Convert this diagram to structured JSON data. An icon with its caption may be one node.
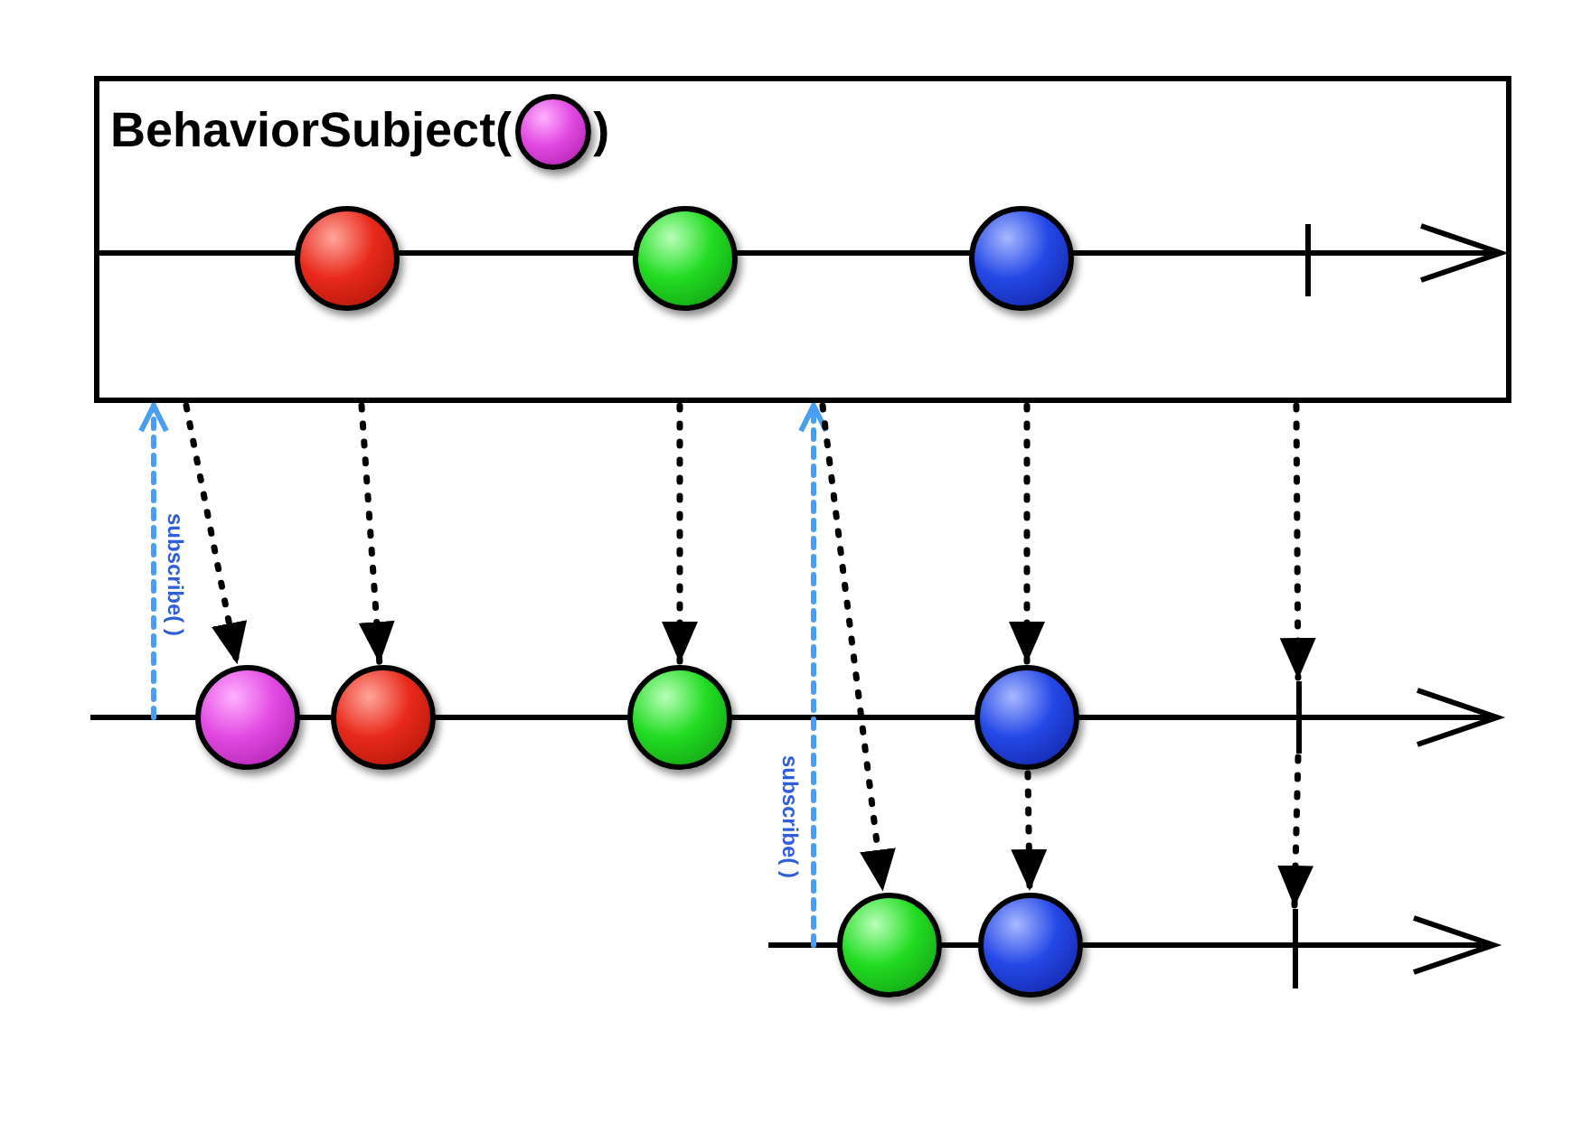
{
  "diagram": {
    "nodes": [
      {
        "text": [
          "BehaviorSubject(",
          ")"
        ]
      },
      {
        "text": [],
        "shape": "circle",
        "in": 0
      },
      {
        "text": [],
        "shape": "circle",
        "in": 0
      },
      {
        "text": [],
        "shape": "circle",
        "in": 0
      },
      {
        "text": [],
        "shape": "circle",
        "in": 0
      },
      {
        "text": [],
        "shape": "bar",
        "in": 0
      },
      {
        "text": [],
        "shape": "circle"
      },
      {
        "text": [],
        "shape": "circle"
      },
      {
        "text": [],
        "shape": "circle"
      },
      {
        "text": [],
        "shape": "circle"
      },
      {
        "text": [],
        "shape": "bar"
      },
      {
        "text": [],
        "shape": "circle"
      },
      {
        "text": [],
        "shape": "circle"
      },
      {
        "text": [],
        "shape": "bar"
      }
    ],
    "edges": [
      {
        "from": null,
        "to": 0,
        "arrow": "to",
        "label": "subscribe( )",
        "style": "dashed",
        "color": "#4a9ef0"
      },
      {
        "from": 0,
        "to": 6,
        "arrow": "to",
        "style": "dashed"
      },
      {
        "from": 0,
        "to": 7,
        "arrow": "to",
        "style": "dashed"
      },
      {
        "from": 0,
        "to": 8,
        "arrow": "to",
        "style": "dashed"
      },
      {
        "from": null,
        "to": 0,
        "arrow": "to",
        "label": "subscribe( )",
        "style": "dashed",
        "color": "#4a9ef0"
      },
      {
        "from": 0,
        "to": 11,
        "arrow": "to",
        "style": "dashed"
      },
      {
        "from": 0,
        "to": 9,
        "arrow": "to",
        "style": "dashed"
      },
      {
        "from": 9,
        "to": 12,
        "arrow": "to",
        "style": "dashed"
      },
      {
        "from": 0,
        "to": 10,
        "arrow": "to",
        "style": "dashed"
      },
      {
        "from": 10,
        "to": 13,
        "arrow": "to",
        "style": "dashed"
      }
    ]
  }
}
